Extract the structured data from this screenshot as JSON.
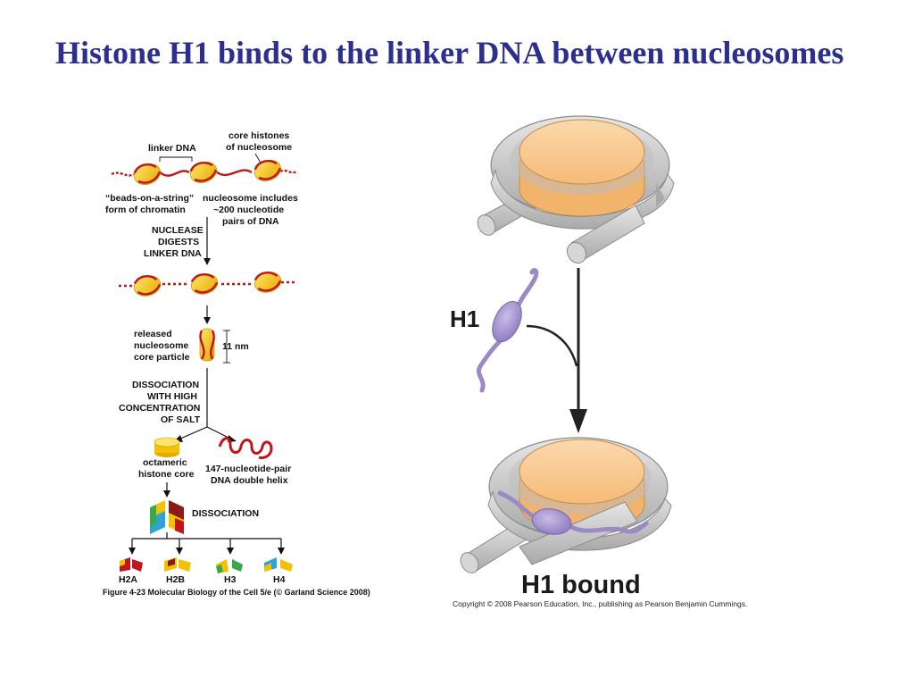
{
  "slide": {
    "title": "Histone H1 binds to the linker DNA between nucleosomes"
  },
  "left_figure": {
    "labels": {
      "linker_dna": "linker DNA",
      "core_histones_1": "core histones",
      "core_histones_2": "of nucleosome",
      "beads_1": "“beads-on-a-string”",
      "beads_2": "form of chromatin",
      "nucleosome_includes_1": "nucleosome includes",
      "nucleosome_includes_2": "~200 nucleotide",
      "nucleosome_includes_3": "pairs of DNA",
      "nuclease_1": "NUCLEASE",
      "nuclease_2": "DIGESTS",
      "nuclease_3": "LINKER DNA",
      "released_1": "released",
      "released_2": "nucleosome",
      "released_3": "core particle",
      "nm": "11 nm",
      "dissociation_salt_1": "DISSOCIATION",
      "dissociation_salt_2": "WITH HIGH",
      "dissociation_salt_3": "CONCENTRATION",
      "dissociation_salt_4": "OF SALT",
      "octameric_1": "octameric",
      "octameric_2": "histone core",
      "dna_helix_1": "147-nucleotide-pair",
      "dna_helix_2": "DNA double helix",
      "dissociation": "DISSOCIATION",
      "h2a": "H2A",
      "h2b": "H2B",
      "h3": "H3",
      "h4": "H4"
    },
    "caption": "Figure 4-23  Molecular Biology of the Cell 5/e (© Garland Science 2008)"
  },
  "right_figure": {
    "h1_label": "H1",
    "h1_bound_label": "H1 bound",
    "copyright": "Copyright © 2008 Pearson Education, Inc., publishing as Pearson Benjamin Cummings."
  },
  "colors": {
    "title": "#2b2f8f",
    "bead_yellow": "#f2c200",
    "dna_red": "#c0161b",
    "core_orange": "#f8c98f",
    "dna_gray": "#c9c9c9",
    "h1_purple": "#9b8ac6"
  }
}
